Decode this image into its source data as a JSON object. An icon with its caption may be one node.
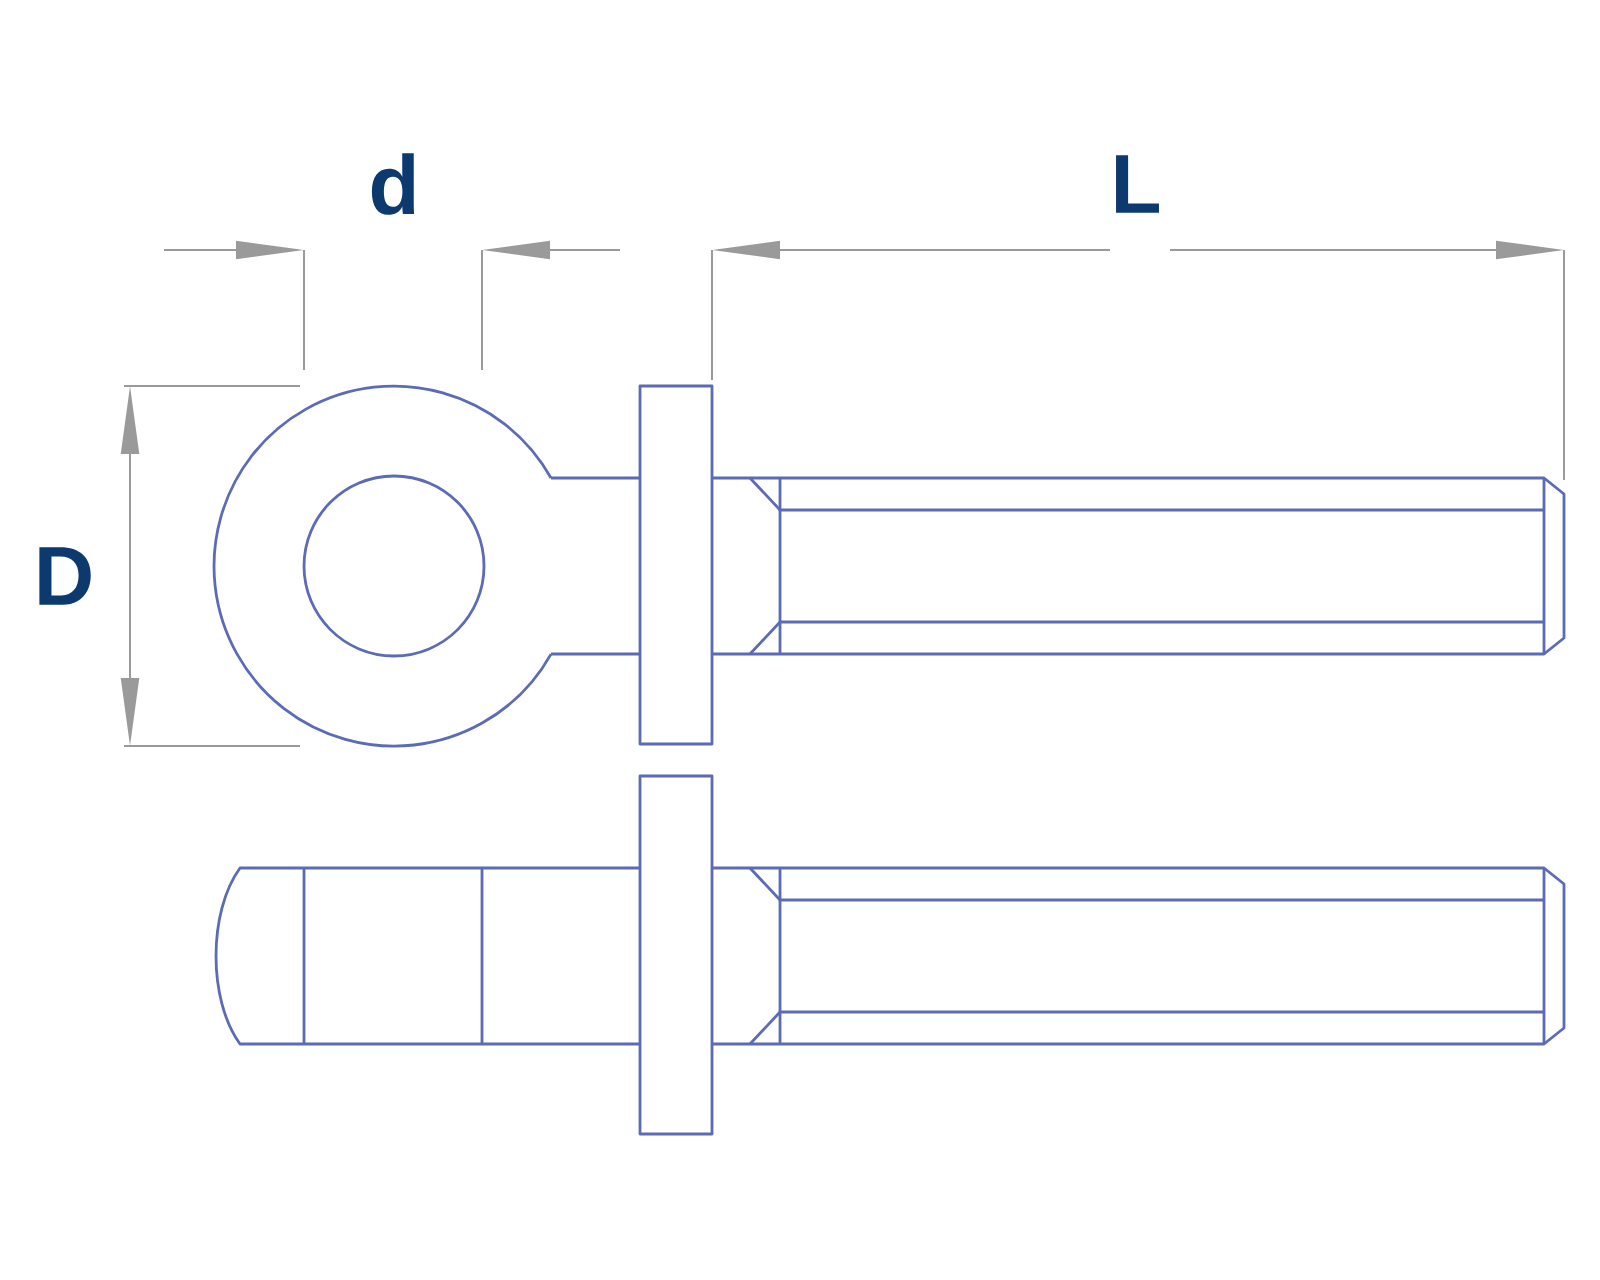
{
  "diagram": {
    "labels": [
      "d",
      "L",
      "D"
    ]
  }
}
